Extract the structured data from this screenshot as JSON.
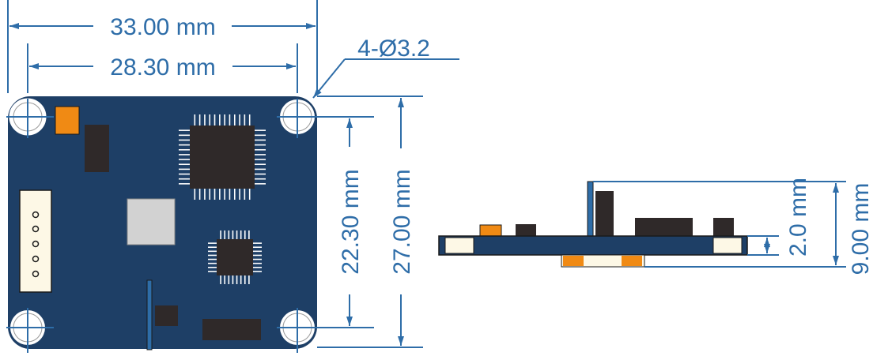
{
  "dimensions": {
    "outer_width": "33.00 mm",
    "hole_spacing_width": "28.30 mm",
    "hole_spec": "4-Ø3.2",
    "hole_spacing_height": "22.30 mm",
    "outer_height": "27.00 mm",
    "board_thickness": "2.0 mm",
    "total_height": "9.00 mm"
  },
  "colors": {
    "dimension": "#2e6da8",
    "pcb": "#1e3f66",
    "ic": "#2f2929",
    "orange": "#f08a14",
    "connector": "#fdf8e6",
    "shield": "#d2d2d2"
  }
}
